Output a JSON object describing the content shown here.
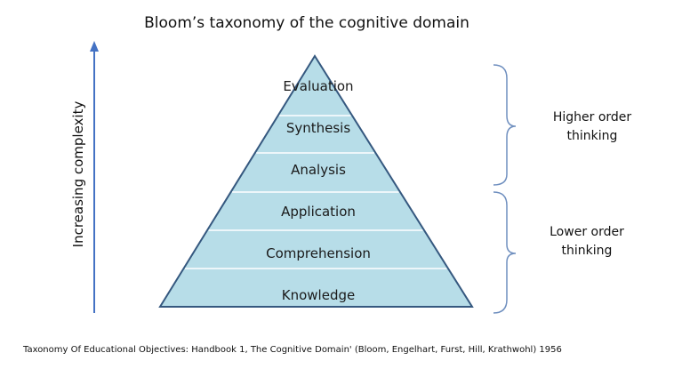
{
  "title": "Bloom’s taxonomy of the cognitive domain",
  "axis_label": "Increasing complexity",
  "levels": [
    {
      "label": "Evaluation"
    },
    {
      "label": "Synthesis"
    },
    {
      "label": "Analysis"
    },
    {
      "label": "Application"
    },
    {
      "label": "Comprehension"
    },
    {
      "label": "Knowledge"
    }
  ],
  "groups": [
    {
      "line1": "Higher order",
      "line2": "thinking"
    },
    {
      "line1": "Lower order",
      "line2": "thinking"
    }
  ],
  "footnote": "Taxonomy Of Educational Objectives: Handbook 1, The Cognitive Domain' (Bloom, Engelhart, Furst, Hill, Krathwohl) 1956",
  "colors": {
    "pyramid_fill": "#b7dde8",
    "pyramid_stroke": "#35587f",
    "arrow": "#4472c4",
    "bracket": "#6f8fbf",
    "divider": "#ffffff"
  }
}
